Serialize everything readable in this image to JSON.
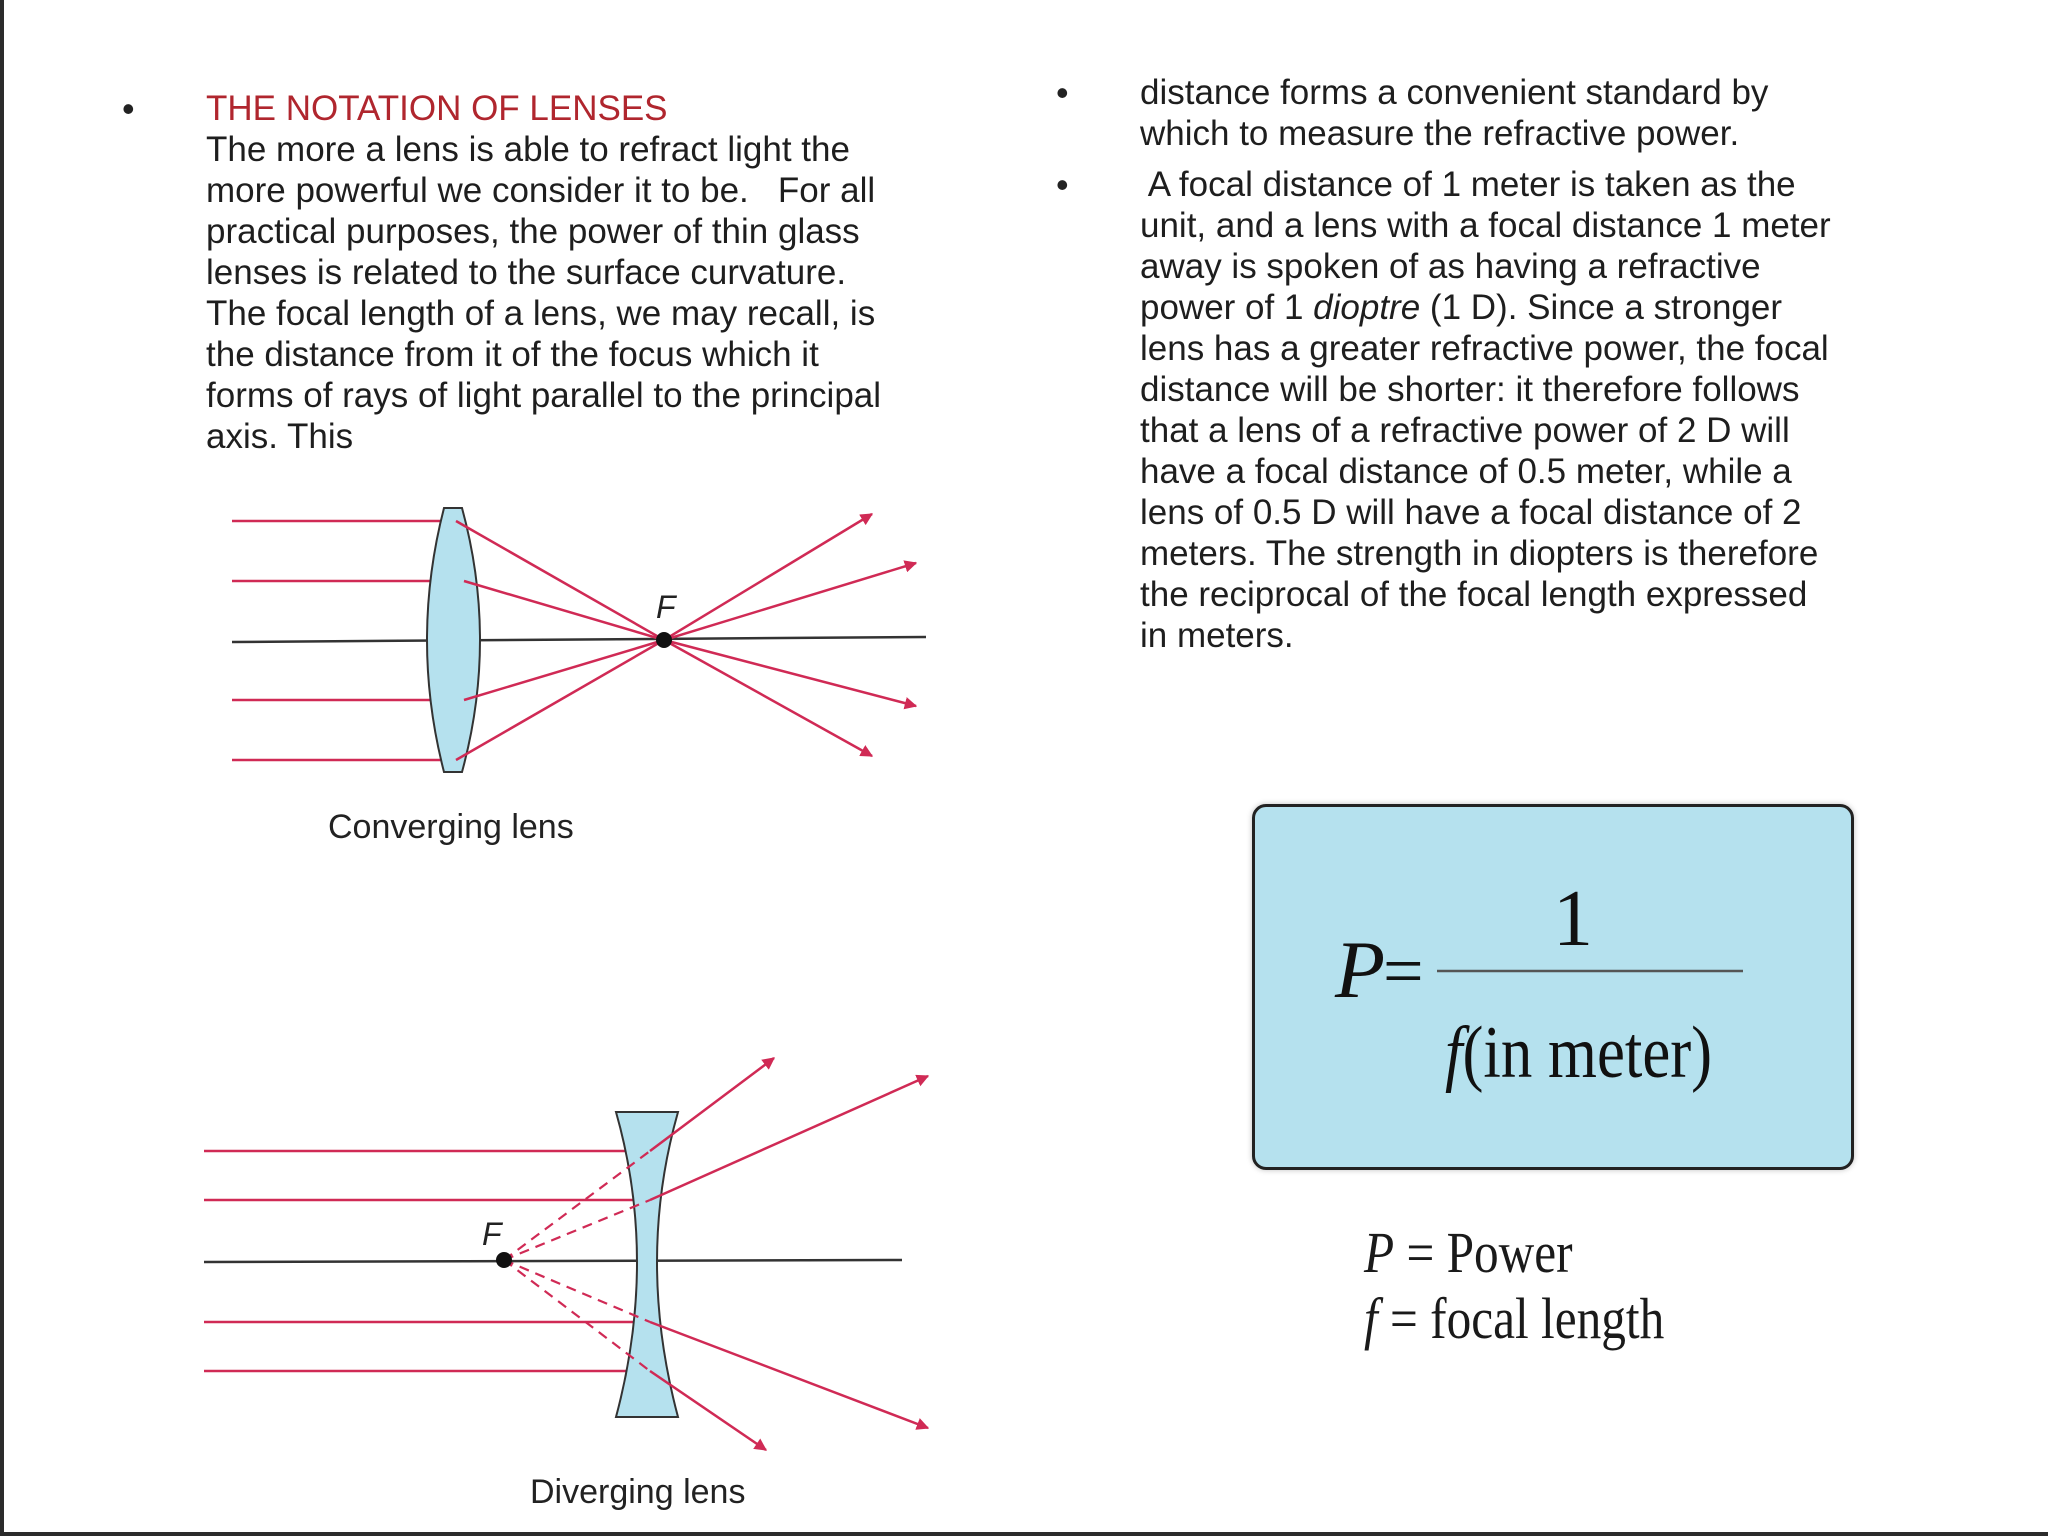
{
  "left": {
    "heading": "THE NOTATION OF LENSES",
    "paragraph_lines": [
      "The more a lens is able to refract light the",
      "more powerful we consider it to be.   For all",
      "practical purposes, the power of thin glass",
      "lenses is related to the surface curvature.",
      "The focal length of a lens, we may recall, is",
      "the distance from it of the focus which it",
      "forms of rays of light parallel to the principal",
      "axis. This"
    ]
  },
  "right": {
    "bullet1_lines": [
      "distance forms a convenient standard by",
      "which to measure the refractive power."
    ],
    "bullet2_lines": [
      " A focal distance of 1 meter is taken as the",
      "unit, and a lens with a focal distance 1 meter",
      "away is spoken of as having a refractive",
      "power of 1 ",
      "dioptre",
      " (1 D). Since a stronger",
      "lens has a greater refractive power, the focal",
      "distance will be shorter: it therefore follows",
      "that a lens of a refractive power of 2 D will",
      "have a focal distance of 0.5 meter, while a",
      "lens of 0.5 D will have a focal distance of 2",
      "meters. The strength in diopters is therefore",
      "the reciprocal of the focal length expressed",
      "in meters."
    ]
  },
  "figures": {
    "converging": {
      "focus_label": "F",
      "caption": "Converging lens"
    },
    "diverging": {
      "focus_label": "F",
      "caption": "Diverging lens"
    }
  },
  "formula": {
    "lhs": "P",
    "equals": "=",
    "numerator": "1",
    "denominator_var": "f",
    "denominator_rest": "(in meter)"
  },
  "legend": {
    "p_symbol": "P",
    "p_def": " = Power",
    "f_symbol": "f",
    "f_def": " = focal length"
  },
  "colors": {
    "heading": "#b0262e",
    "ray": "#d02a55",
    "lens_fill": "#b5e1ee",
    "formula_bg": "#b5e1ee"
  }
}
